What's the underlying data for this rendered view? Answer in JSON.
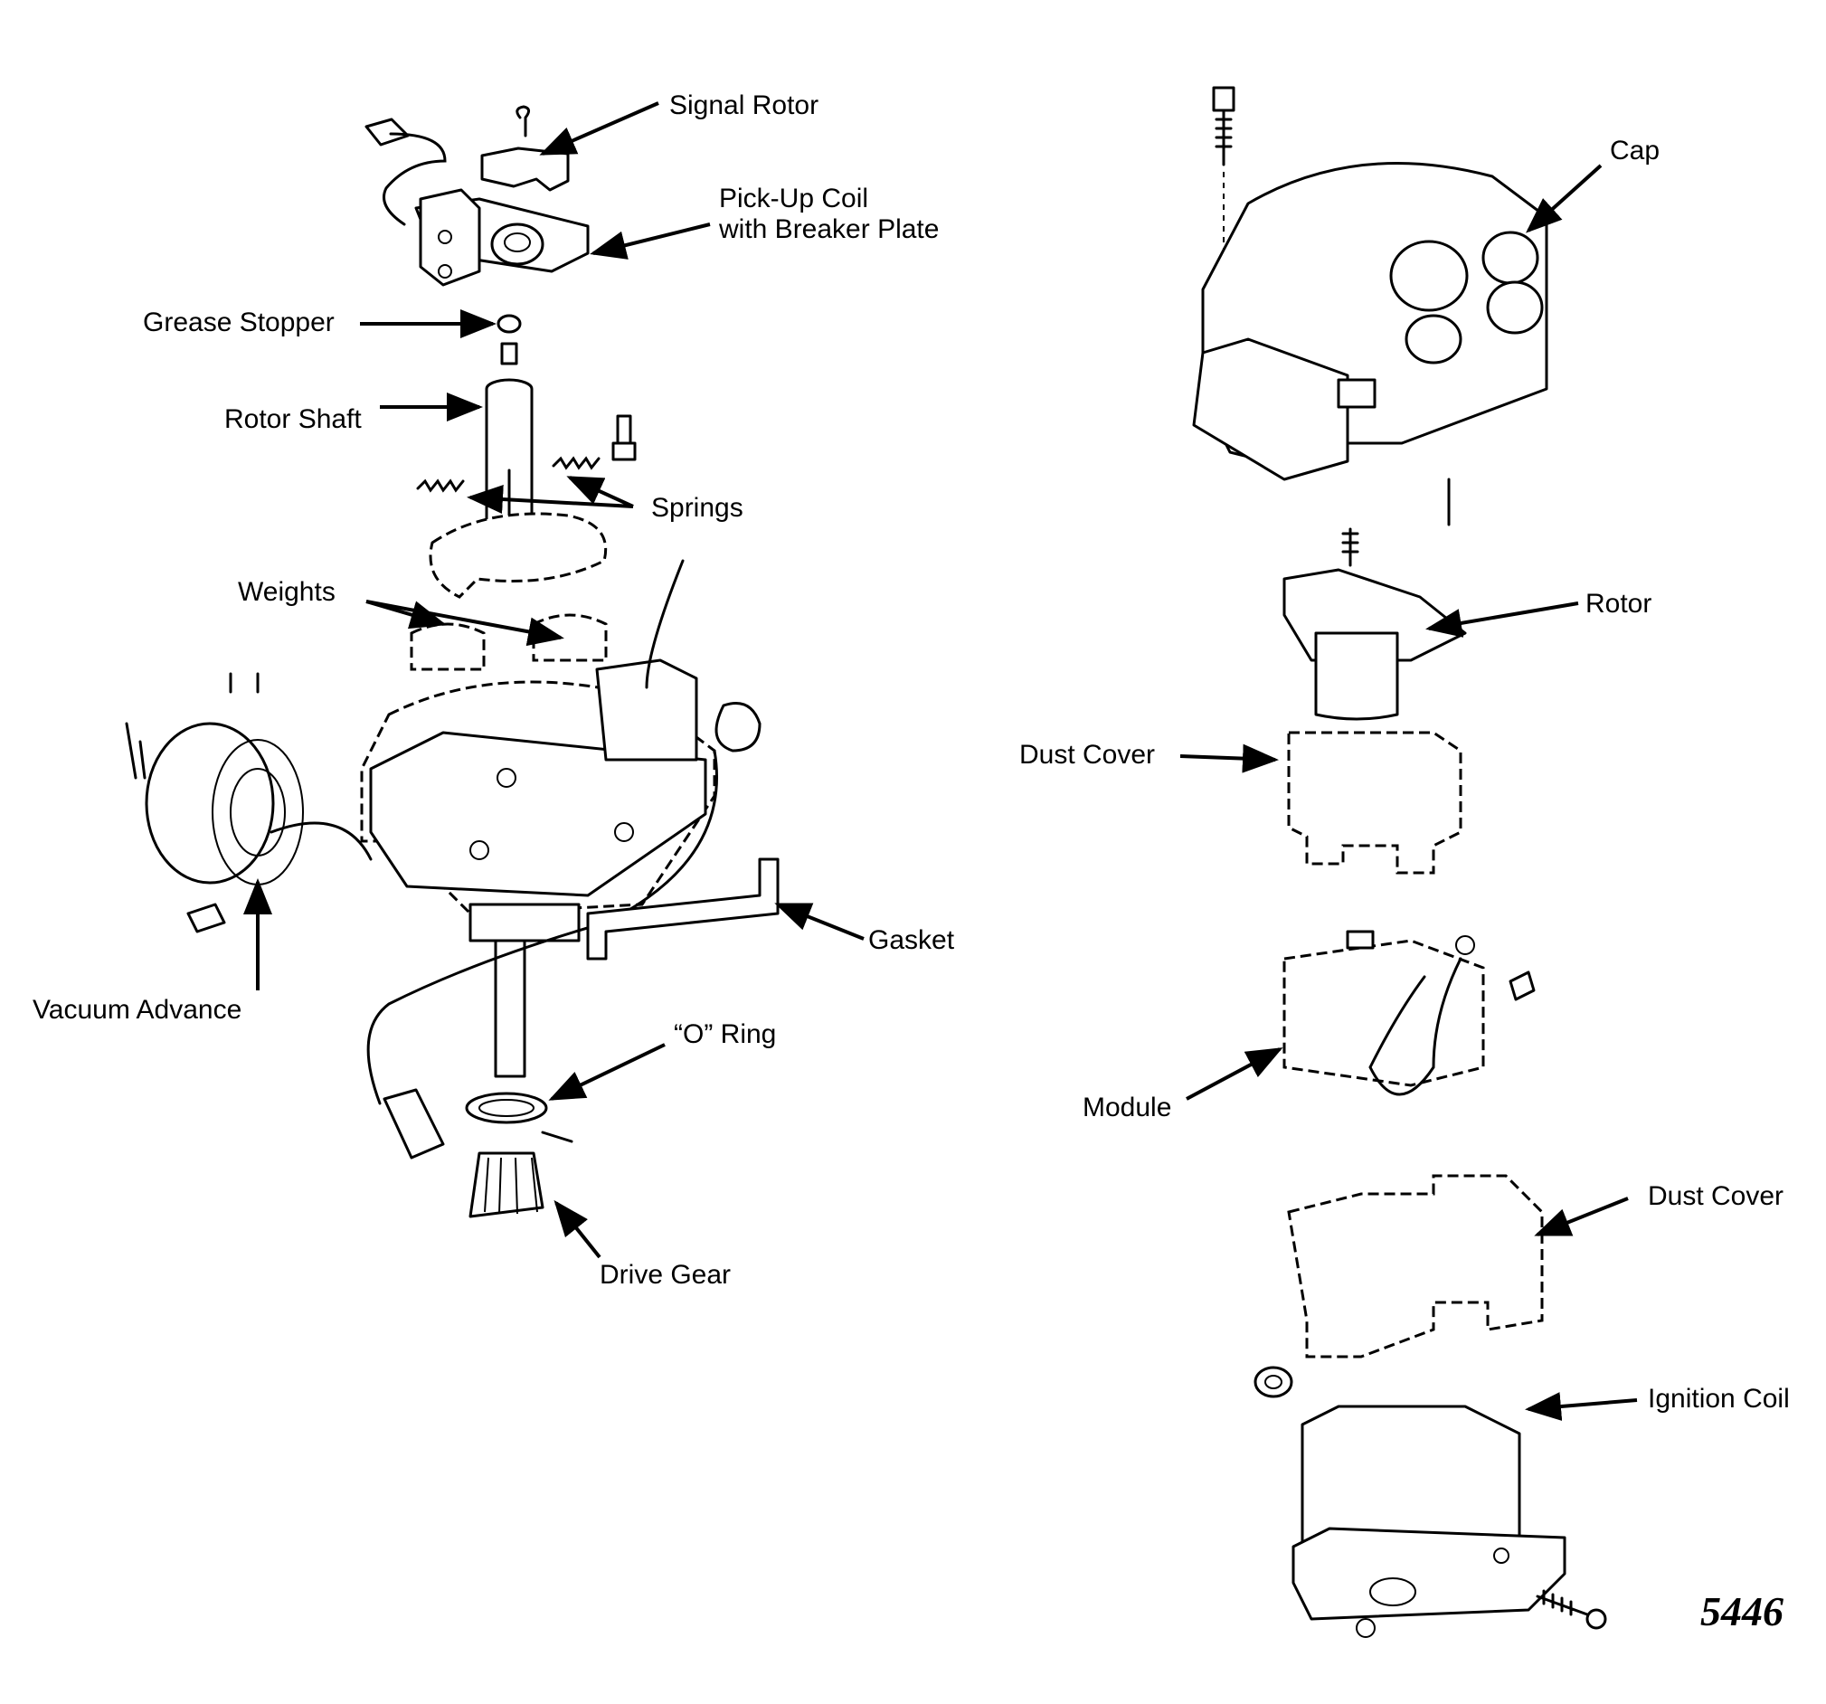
{
  "labels": {
    "signal_rotor": "Signal Rotor",
    "pickup_coil": "Pick-Up Coil\nwith Breaker Plate",
    "grease_stopper": "Grease Stopper",
    "rotor_shaft": "Rotor Shaft",
    "springs": "Springs",
    "weights": "Weights",
    "vacuum_advance": "Vacuum Advance",
    "gasket": "Gasket",
    "o_ring": "“O” Ring",
    "drive_gear": "Drive Gear",
    "cap": "Cap",
    "rotor": "Rotor",
    "dust_cover_upper": "Dust Cover",
    "module": "Module",
    "dust_cover_lower": "Dust Cover",
    "ignition_coil": "Ignition Coil"
  },
  "figure_number": "5446"
}
